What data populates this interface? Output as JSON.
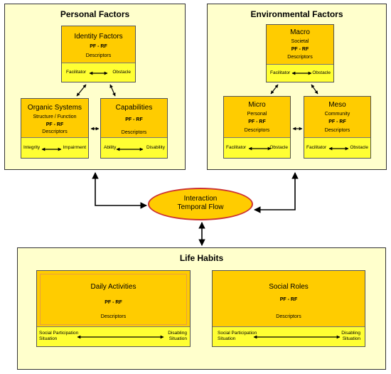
{
  "personal": {
    "title": "Personal Factors",
    "identity": {
      "name": "Identity Factors",
      "pfrf": "PF - RF",
      "desc": "Descriptors",
      "left": "Facilitator",
      "right": "Obstacle"
    },
    "organic": {
      "name": "Organic Systems",
      "sub": "Structure / Function",
      "pfrf": "PF - RF",
      "desc": "Descriptors",
      "left": "Integrity",
      "right": "Impairment"
    },
    "capabilities": {
      "name": "Capabilities",
      "pfrf": "PF - RF",
      "desc": "Descriptors",
      "left": "Ability",
      "right": "Disability"
    }
  },
  "environmental": {
    "title": "Environmental Factors",
    "macro": {
      "name": "Macro",
      "sub": "Societal",
      "pfrf": "PF - RF",
      "desc": "Descriptors",
      "left": "Facilitator",
      "right": "Obstacle"
    },
    "micro": {
      "name": "Micro",
      "sub": "Personal",
      "pfrf": "PF - RF",
      "desc": "Descriptors",
      "left": "Facilitator",
      "right": "Obstacle"
    },
    "meso": {
      "name": "Meso",
      "sub": "Community",
      "pfrf": "PF - RF",
      "desc": "Descriptors",
      "left": "Facilitator",
      "right": "Obstacle"
    }
  },
  "interaction": {
    "line1": "Interaction",
    "line2": "Temporal Flow"
  },
  "life": {
    "title": "Life Habits",
    "daily": {
      "name": "Daily Activities",
      "pfrf": "PF - RF",
      "desc": "Descriptors",
      "left1": "Social Participation",
      "left2": "Situation",
      "right1": "Disabling",
      "right2": "Situation"
    },
    "social": {
      "name": "Social Roles",
      "pfrf": "PF - RF",
      "desc": "Descriptors",
      "left1": "Social Participation",
      "left2": "Situation",
      "right1": "Disabling",
      "right2": "Situation"
    }
  },
  "colors": {
    "panel": "#ffffcc",
    "box": "#ffcc00",
    "bar": "#ffff33",
    "ellipse_border": "#cc3333"
  }
}
